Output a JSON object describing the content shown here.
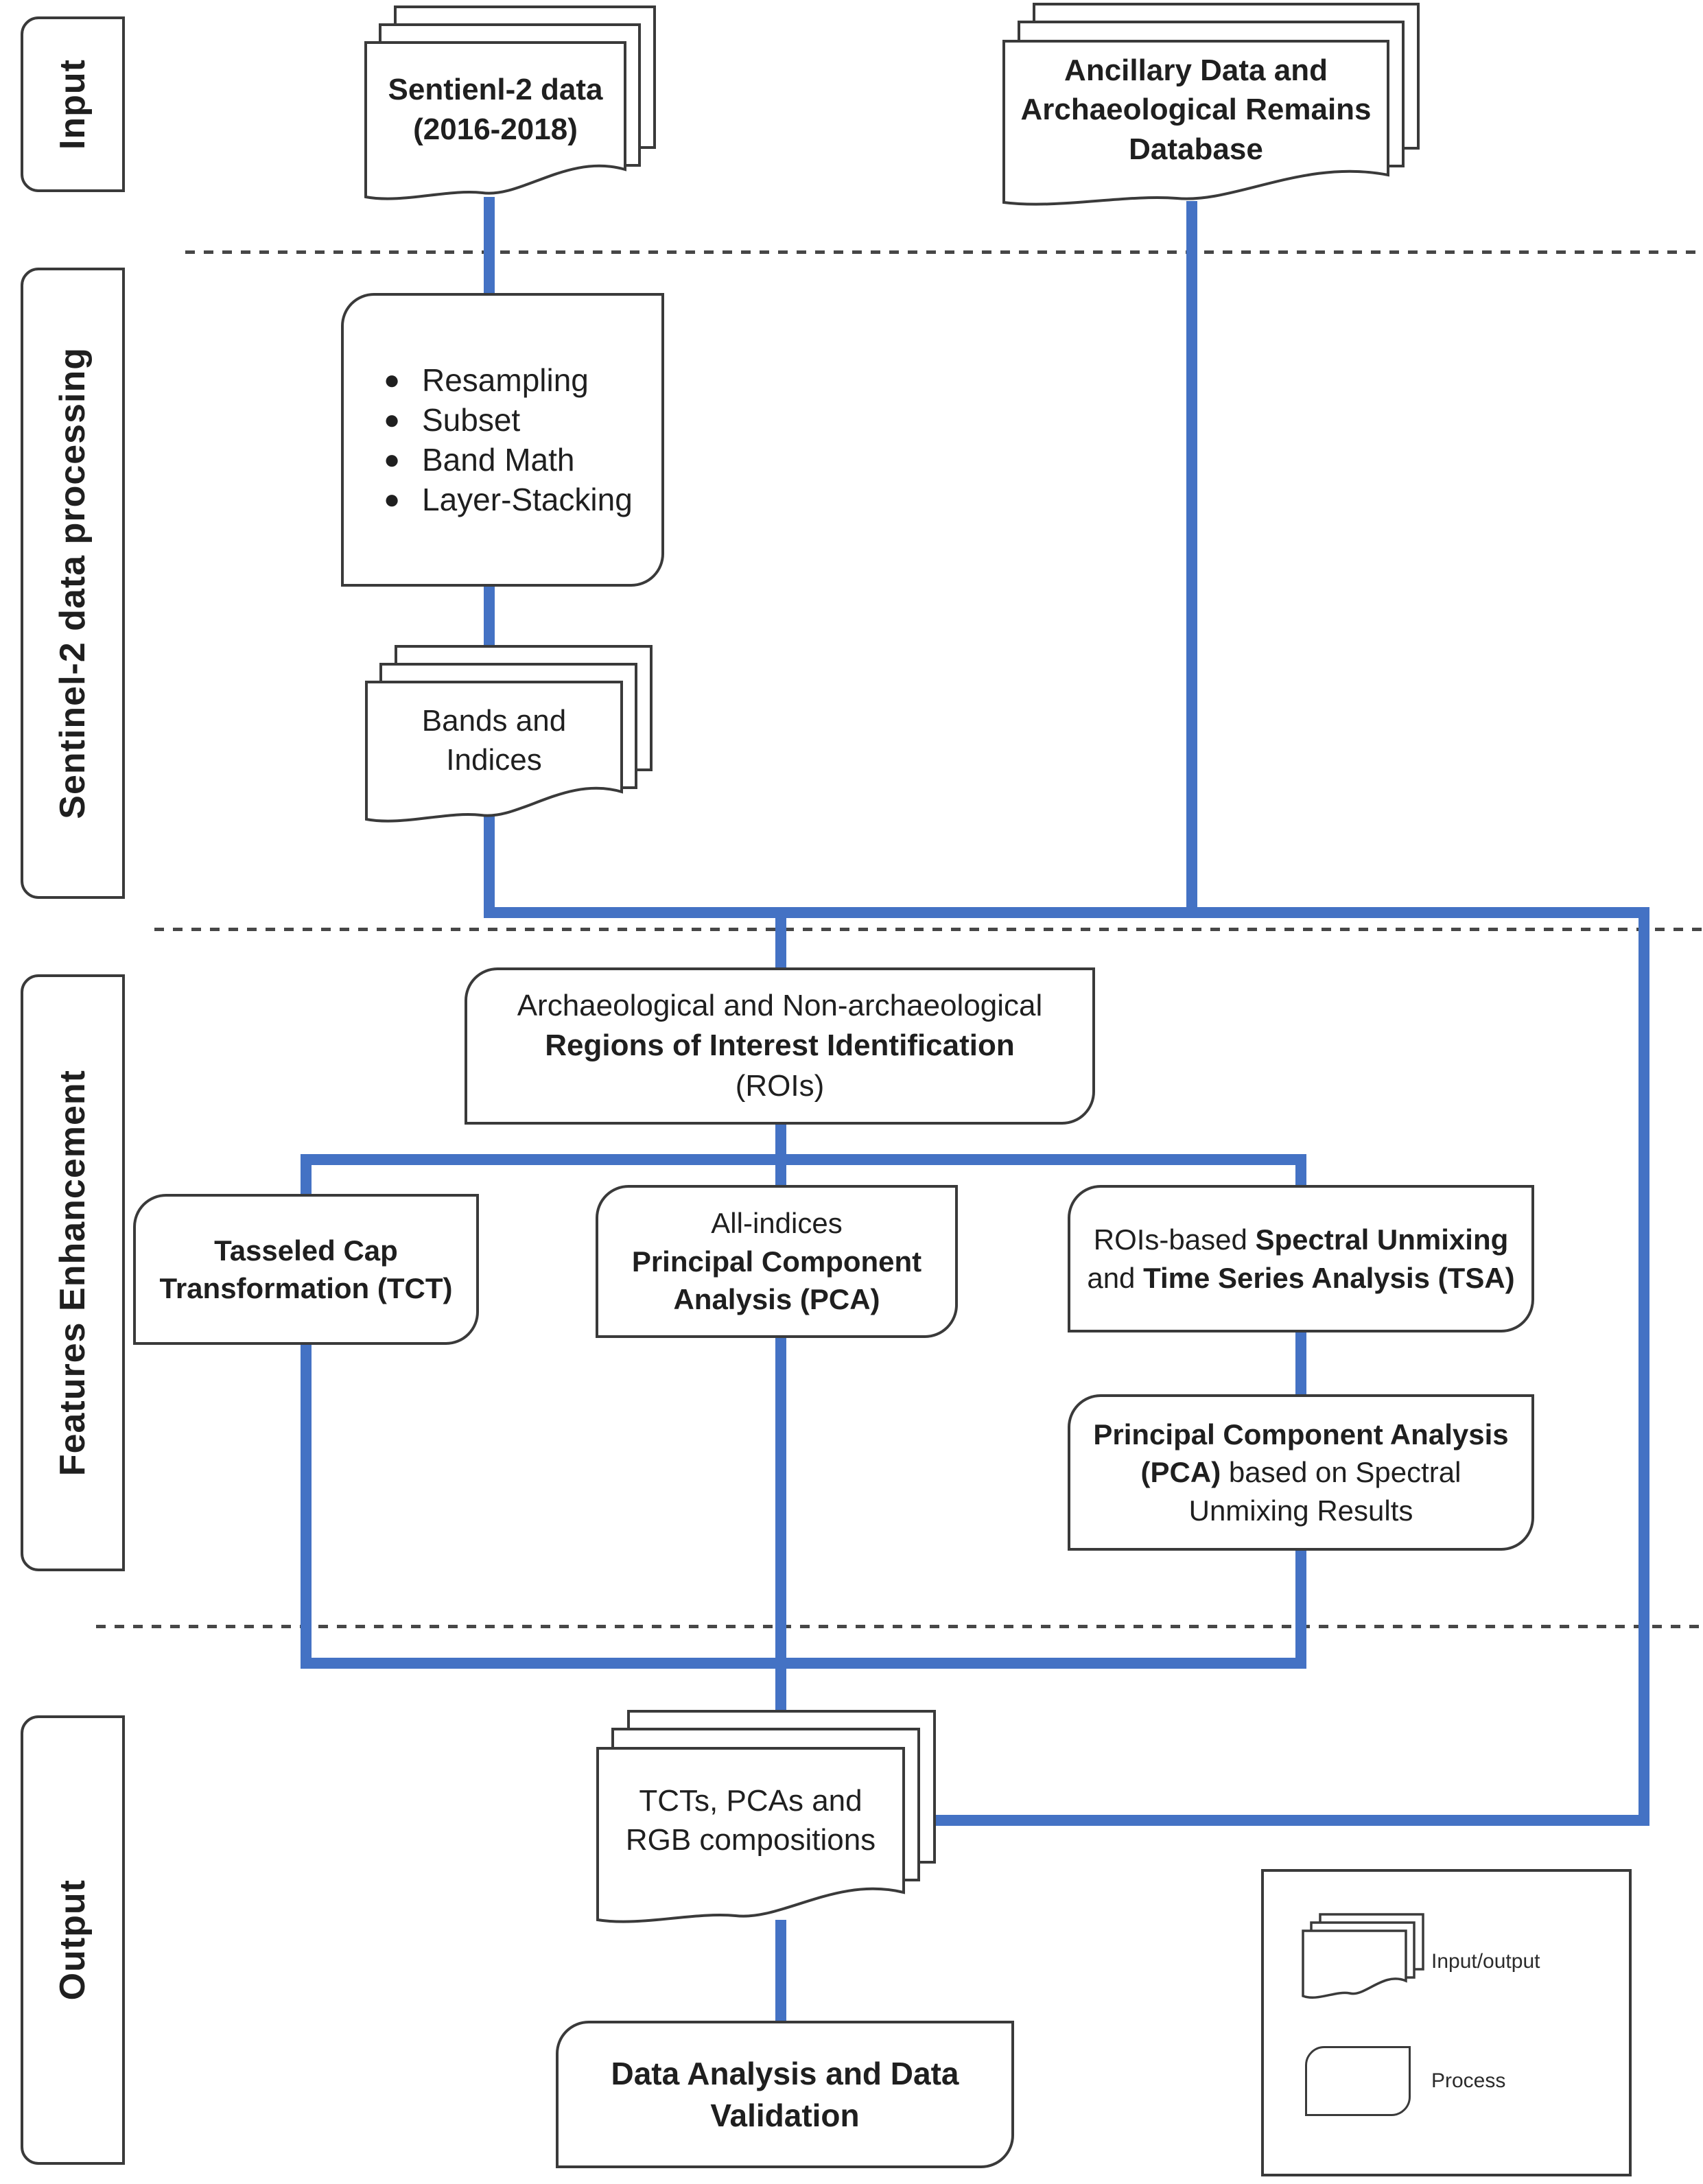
{
  "colors": {
    "connector": "#4472C4",
    "border": "#3a3a3a",
    "text": "#1f1f1f"
  },
  "sections": {
    "input": "Input",
    "processing": "Sentinel-2 data processing",
    "features": "Features Enhancement",
    "output": "Output"
  },
  "nodes": {
    "s2_stack": {
      "line1": "Sentienl-2 data",
      "line2": "(2016-2018)"
    },
    "ancillary_stack": {
      "line1": "Ancillary Data and",
      "line2": "Archaeological Remains",
      "line3": "Database"
    },
    "preprocess": {
      "bullets": [
        "Resampling",
        "Subset",
        "Band Math",
        "Layer-Stacking"
      ]
    },
    "bands_stack": {
      "line1": "Bands and",
      "line2": "Indices"
    },
    "rois": {
      "line1": "Archaeological and Non-archaeological",
      "line2": "Regions of Interest Identification",
      "line3": "(ROIs)"
    },
    "tct": {
      "line1": "Tasseled Cap",
      "line2": "Transformation (TCT)"
    },
    "pca": {
      "line1": "All-indices",
      "line2": "Principal Component",
      "line3": "Analysis (PCA)"
    },
    "unmixing": {
      "line1_regular": "ROIs-based ",
      "line1_bold": "Spectral Unmixing",
      "line2_regular": "and ",
      "line2_bold": "Time Series Analysis (TSA)"
    },
    "pca_unmixing": {
      "line1_bold": "Principal Component Analysis",
      "line2_bold": "(PCA)",
      "line2_regular": " based on Spectral",
      "line3_regular": "Unmixing Results"
    },
    "tcts_stack": {
      "line1": "TCTs, PCAs and",
      "line2": "RGB compositions"
    },
    "analysis": {
      "line1": "Data Analysis and Data",
      "line2": "Validation"
    }
  },
  "legend": {
    "io": "Input/output",
    "process": "Process"
  }
}
